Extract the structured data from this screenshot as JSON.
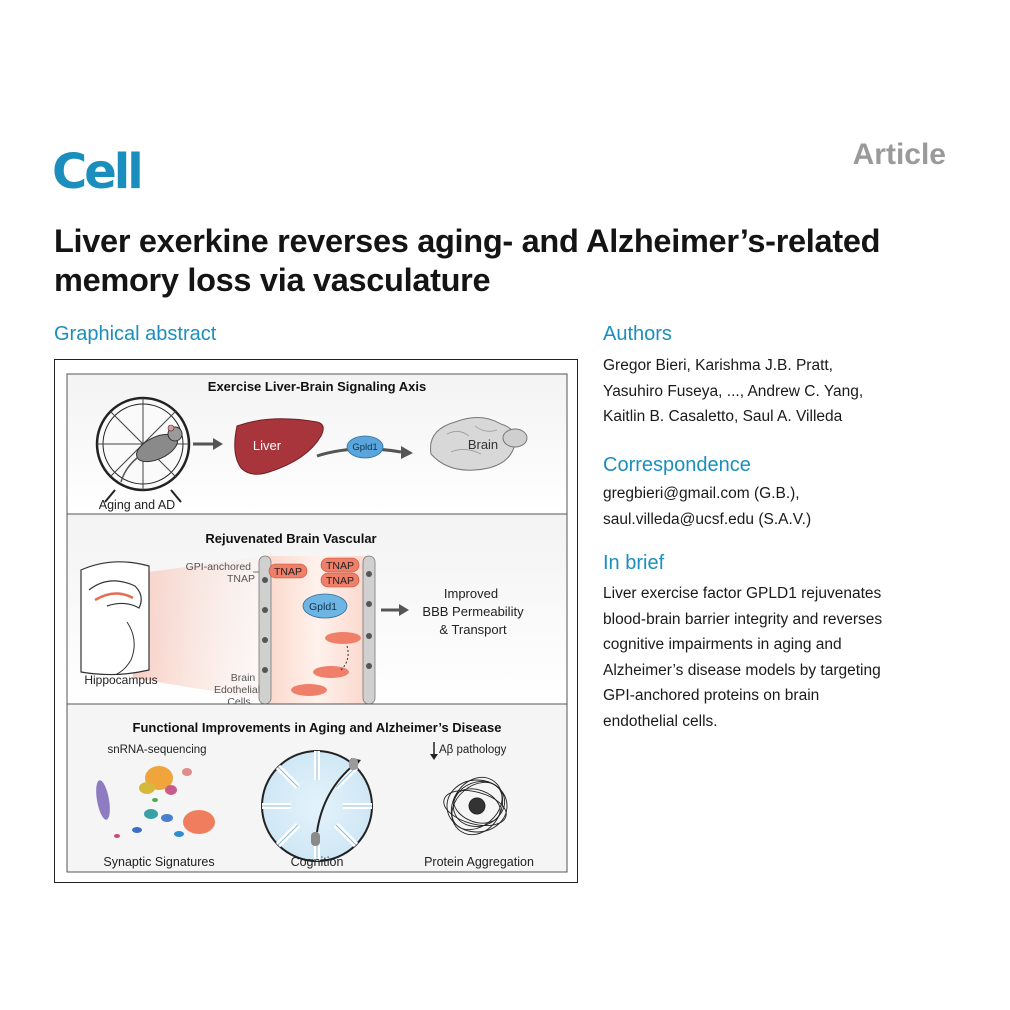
{
  "journal": "Cell",
  "article_type": "Article",
  "title": "Liver exerkine reverses aging- and Alzheimer’s-related memory loss via vasculature",
  "graphical_abstract": {
    "heading": "Graphical abstract",
    "panel1": {
      "title": "Exercise Liver-Brain Signaling Axis",
      "aging_label": "Aging and AD",
      "liver_label": "Liver",
      "gpld1_label": "Gpld1",
      "brain_label": "Brain"
    },
    "panel2": {
      "title": "Rejuvenated Brain Vascular",
      "hippocampus_label": "Hippocampus",
      "gpi_label_1": "GPI-anchored",
      "gpi_label_2": "TNAP",
      "tnap_label": "TNAP",
      "gpld1_label": "Gpld1",
      "endo_label_1": "Brain",
      "endo_label_2": "Edothelial",
      "endo_label_3": "Cells",
      "outcome_1": "Improved",
      "outcome_2": "BBB Permeability",
      "outcome_3": "& Transport"
    },
    "panel3": {
      "title": "Functional Improvements in Aging and Alzheimer’s Disease",
      "snrna_label": "snRNA-sequencing",
      "abeta_label": "Aβ pathology",
      "synaptic_label": "Synaptic Signatures",
      "cognition_label": "Cognition",
      "protein_label": "Protein Aggregation"
    }
  },
  "authors": {
    "heading": "Authors",
    "line1": "Gregor Bieri, Karishma J.B. Pratt,",
    "line2": "Yasuhiro Fuseya, ..., Andrew C. Yang,",
    "line3": "Kaitlin B. Casaletto, Saul A. Villeda"
  },
  "correspondence": {
    "heading": "Correspondence",
    "email1": "gregbieri@gmail.com (G.B.),",
    "email2": "saul.villeda@ucsf.edu (S.A.V.)"
  },
  "in_brief": {
    "heading": "In brief",
    "lines": [
      "Liver exercise factor GPLD1 rejuvenates",
      "blood-brain barrier integrity and reverses",
      "cognitive impairments in aging and",
      "Alzheimer’s disease models by targeting",
      "GPI-anchored proteins on brain",
      "endothelial cells."
    ]
  }
}
